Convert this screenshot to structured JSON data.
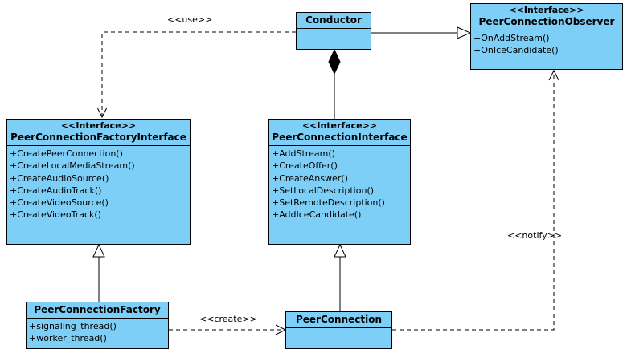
{
  "diagram": {
    "classes": {
      "conductor": {
        "name": "Conductor",
        "operations": []
      },
      "observer": {
        "stereotype": "<<Interface>>",
        "name": "PeerConnectionObserver",
        "operations": [
          "+OnAddStream()",
          "+OnIceCandidate()"
        ]
      },
      "factory_interface": {
        "stereotype": "<<Interface>>",
        "name": "PeerConnectionFactoryInterface",
        "operations": [
          "+CreatePeerConnection()",
          "+CreateLocalMediaStream()",
          "+CreateAudioSource()",
          "+CreateAudioTrack()",
          "+CreateVideoSource()",
          "+CreateVideoTrack()"
        ]
      },
      "pc_interface": {
        "stereotype": "<<Interface>>",
        "name": "PeerConnectionInterface",
        "operations": [
          "+AddStream()",
          "+CreateOffer()",
          "+CreateAnswer()",
          "+SetLocalDescription()",
          "+SetRemoteDescription()",
          "+AddIceCandidate()"
        ]
      },
      "factory": {
        "name": "PeerConnectionFactory",
        "operations": [
          "+signaling_thread()",
          "+worker_thread()"
        ]
      },
      "peer_connection": {
        "name": "PeerConnection",
        "operations": []
      }
    },
    "relations": {
      "use_label": "<<use>>",
      "notify_label": "<<notify>>",
      "create_label": "<<create>>"
    },
    "colors": {
      "box_fill": "#7ecff7",
      "line": "#000000"
    }
  }
}
